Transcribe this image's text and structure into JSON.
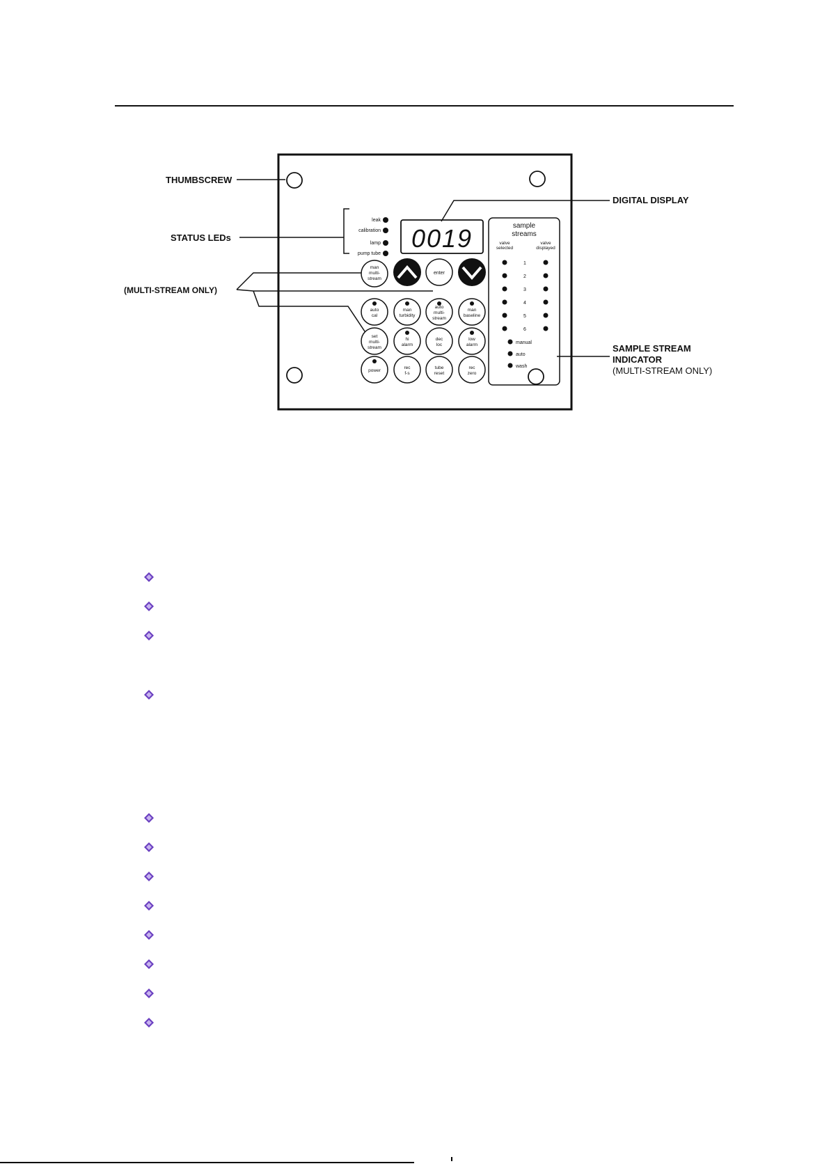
{
  "callouts": {
    "thumbscrew": "THUMBSCREW",
    "status_leds": "STATUS LEDs",
    "multi_stream_only": "(MULTI-STREAM ONLY)",
    "digital_display": "DIGITAL DISPLAY",
    "sample_stream_1": "SAMPLE STREAM",
    "sample_stream_2": "INDICATOR",
    "sample_stream_3": "(MULTI-STREAM ONLY)"
  },
  "status_led_labels": [
    "leak",
    "calibration",
    "lamp",
    "pump tube"
  ],
  "display_value": "0019",
  "keypad": {
    "man_multi_stream": [
      "man",
      "multi-",
      "stream"
    ],
    "enter": "enter",
    "rows": [
      [
        [
          "auto",
          "cal"
        ],
        [
          "man",
          "turbidity"
        ],
        [
          "auto",
          "multi-",
          "stream"
        ],
        [
          "man",
          "baseline"
        ]
      ],
      [
        [
          "set",
          "multi-",
          "stream"
        ],
        [
          "hi",
          "alarm"
        ],
        [
          "dec",
          "loc"
        ],
        [
          "low",
          "alarm"
        ]
      ],
      [
        [
          "power"
        ],
        [
          "rec",
          "f-s"
        ],
        [
          "tube",
          "reset"
        ],
        [
          "rec",
          "zero"
        ]
      ]
    ]
  },
  "sample_streams": {
    "title_1": "sample",
    "title_2": "streams",
    "left_header_1": "valve",
    "left_header_2": "selected",
    "right_header_1": "valve",
    "right_header_2": "displayed",
    "numbers": [
      "1",
      "2",
      "3",
      "4",
      "5",
      "6"
    ],
    "modes": [
      "manual",
      "auto",
      "wash"
    ]
  },
  "colors": {
    "ink": "#111111",
    "bullet": "#6a3fc0",
    "bullet_light": "#c8b4f0"
  }
}
